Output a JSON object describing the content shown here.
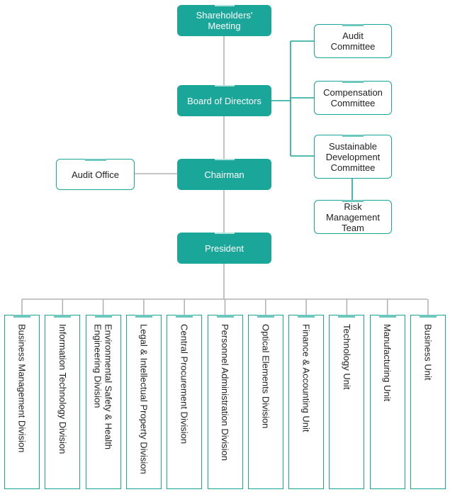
{
  "org_chart": {
    "shareholders": "Shareholders'\nMeeting",
    "board": "Board of Directors",
    "chairman": "Chairman",
    "president": "President",
    "audit_office": "Audit Office",
    "committees": [
      "Audit\nCommittee",
      "Compensation\nCommittee",
      "Sustainable\nDevelopment\nCommittee"
    ],
    "risk_team": "Risk\nManagement\nTeam",
    "divisions": [
      "Business Management Division",
      "Information Technology Division",
      "Environmental Safety & Health\nEngineering Division",
      "Legal & Intellectual Property Division",
      "Central Procurement Division",
      "Personnel Administration Division",
      "Optical Elements Division",
      "Finance & Accounting Unit",
      "Technology Unit",
      "Manufacturing Unit",
      "Business Unit"
    ]
  },
  "colors": {
    "primary": "#1aa79a",
    "connector": "#b3b3b3"
  }
}
